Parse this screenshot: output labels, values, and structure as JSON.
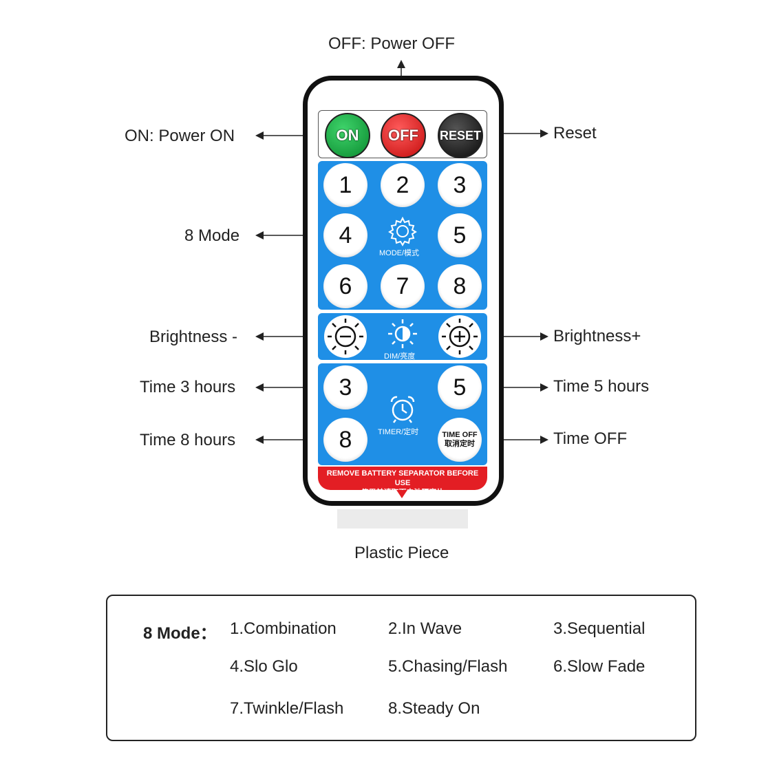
{
  "labels": {
    "off_power": "OFF: Power OFF",
    "on_power": "ON: Power ON",
    "reset": "Reset",
    "mode8": "8 Mode",
    "brightness_minus": "Brightness -",
    "brightness_plus": "Brightness+",
    "time3": "Time 3 hours",
    "time5": "Time 5 hours",
    "time8": "Time 8 hours",
    "time_off": "Time OFF",
    "plastic": "Plastic Piece"
  },
  "remote": {
    "on_button": "ON",
    "off_button": "OFF",
    "reset_button": "RESET",
    "mode_buttons": [
      "1",
      "2",
      "3",
      "4",
      "5",
      "6",
      "7",
      "8"
    ],
    "mode_caption": "MODE/模式",
    "dim_caption": "DIM/亮度",
    "timer_buttons": [
      "3",
      "5",
      "8"
    ],
    "timer_caption": "TIMER/定时",
    "time_off_en": "TIME OFF",
    "time_off_cn": "取消定时",
    "warning_en": "REMOVE BATTERY SEPARATOR BEFORE USE",
    "warning_cn": "使用前请取下电池隔离片"
  },
  "modes": {
    "heading": "8 Mode：",
    "items": [
      "1.Combination",
      "2.In Wave",
      "3.Sequential",
      "4.Slo Glo",
      "5.Chasing/Flash",
      "6.Slow Fade",
      "7.Twinkle/Flash",
      "8.Steady On"
    ]
  },
  "colors": {
    "panel": "#1f8fe6",
    "on": "#0a8a2f",
    "off": "#c30c0c",
    "reset": "#0a0a0a",
    "warning": "#e31e24"
  },
  "icons": [
    "gear-icon",
    "sun-minus-icon",
    "half-sun-icon",
    "sun-plus-icon",
    "alarm-clock-icon"
  ]
}
